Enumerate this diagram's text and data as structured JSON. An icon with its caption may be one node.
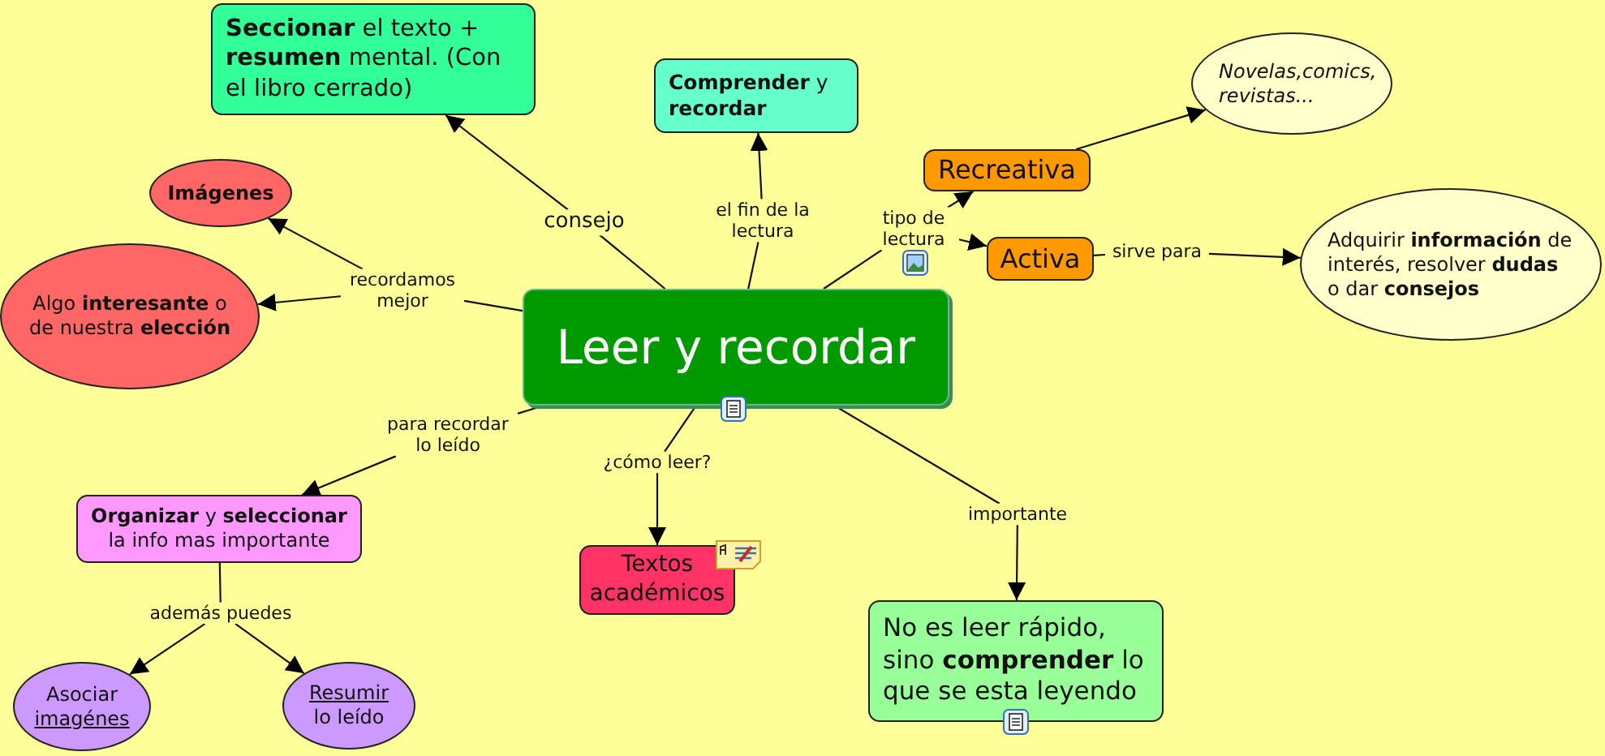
{
  "diagram": {
    "nodes": [
      {
        "text": [
          "Leer y recordar"
        ]
      },
      {
        "text": [
          "**Seccionar** el texto + **resumen** mental. (Con el libro cerrado)"
        ]
      },
      {
        "text": [
          "**Comprender** y **recordar**"
        ]
      },
      {
        "text": [
          "Imágenes"
        ]
      },
      {
        "text": [
          "Algo **interesante** o de nuestra **elección**"
        ]
      },
      {
        "text": [
          "Recreativa"
        ]
      },
      {
        "text": [
          "Activa"
        ]
      },
      {
        "text": [
          "Novelas,comics, revistas..."
        ]
      },
      {
        "text": [
          "Adquirir **información** de interés, resolver **dudas** o dar **consejos**"
        ]
      },
      {
        "text": [
          "**Organizar** y **seleccionar** la info mas importante"
        ]
      },
      {
        "text": [
          "Textos académicos"
        ]
      },
      {
        "text": [
          "No es leer rápido, sino **comprender** lo que se esta leyendo"
        ]
      },
      {
        "text": [
          "Asociar",
          "imagénes"
        ]
      },
      {
        "text": [
          "Resumir",
          "lo leído"
        ]
      },
      {
        "text": [
          "consejo"
        ]
      },
      {
        "text": [
          "el fin de la lectura"
        ]
      },
      {
        "text": [
          "recordamos mejor"
        ]
      },
      {
        "text": [
          "tipo de lectura"
        ]
      },
      {
        "text": [
          "sirve para"
        ]
      },
      {
        "text": [
          "para recordar lo leído"
        ]
      },
      {
        "text": [
          "¿cómo leer?"
        ]
      },
      {
        "text": [
          "importante"
        ]
      },
      {
        "text": [
          "además puedes"
        ]
      }
    ],
    "edges": [
      {
        "from": 0,
        "to": 14,
        "arrow": "none"
      },
      {
        "from": 14,
        "to": 1,
        "arrow": "to"
      },
      {
        "from": 0,
        "to": 15,
        "arrow": "none"
      },
      {
        "from": 15,
        "to": 2,
        "arrow": "to"
      },
      {
        "from": 0,
        "to": 16,
        "arrow": "none"
      },
      {
        "from": 16,
        "to": 3,
        "arrow": "to"
      },
      {
        "from": 16,
        "to": 4,
        "arrow": "to"
      },
      {
        "from": 0,
        "to": 17,
        "arrow": "none"
      },
      {
        "from": 17,
        "to": 5,
        "arrow": "to"
      },
      {
        "from": 17,
        "to": 6,
        "arrow": "to"
      },
      {
        "from": 5,
        "to": 7,
        "arrow": "to"
      },
      {
        "from": 6,
        "to": 18,
        "arrow": "none"
      },
      {
        "from": 18,
        "to": 8,
        "arrow": "to"
      },
      {
        "from": 0,
        "to": 19,
        "arrow": "none"
      },
      {
        "from": 19,
        "to": 9,
        "arrow": "to"
      },
      {
        "from": 0,
        "to": 20,
        "arrow": "none"
      },
      {
        "from": 20,
        "to": 10,
        "arrow": "to"
      },
      {
        "from": 0,
        "to": 21,
        "arrow": "none"
      },
      {
        "from": 21,
        "to": 11,
        "arrow": "to"
      },
      {
        "from": 9,
        "to": 22,
        "arrow": "none"
      },
      {
        "from": 22,
        "to": 12,
        "arrow": "to"
      },
      {
        "from": 22,
        "to": 13,
        "arrow": "to"
      }
    ]
  }
}
